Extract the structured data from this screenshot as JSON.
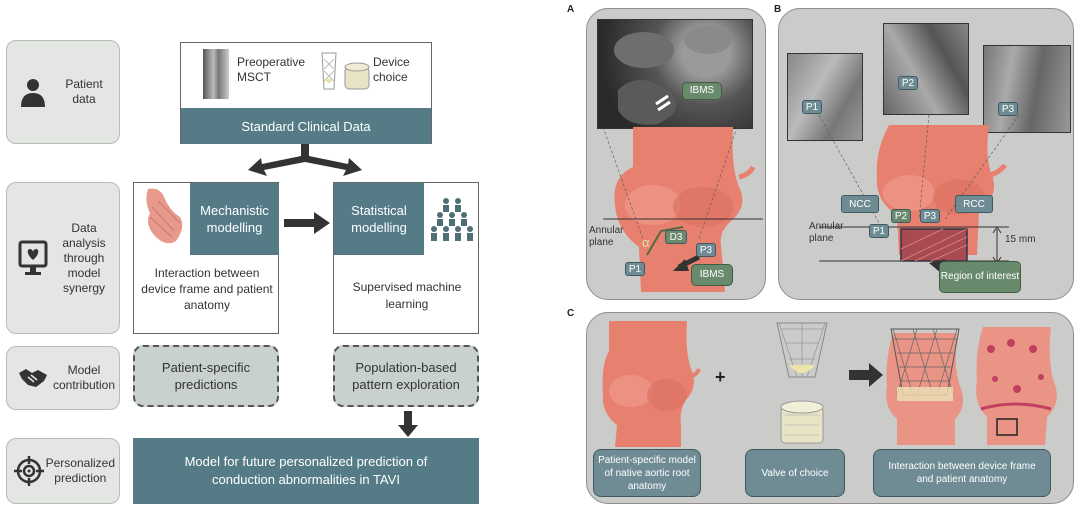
{
  "left": {
    "rows": [
      {
        "label": "Patient data",
        "icon": "person-icon"
      },
      {
        "label": "Data analysis through model synergy",
        "icon": "monitor-heart-icon"
      },
      {
        "label": "Model contribution",
        "icon": "handshake-icon"
      },
      {
        "label": "Personalized prediction",
        "icon": "target-icon"
      }
    ],
    "top": {
      "msct": "Preoperative MSCT",
      "device": "Device choice",
      "standard": "Standard Clinical Data"
    },
    "mechanistic": {
      "title": "Mechanistic modelling",
      "desc": "Interaction between device frame and patient anatomy"
    },
    "statistical": {
      "title": "Statistical modelling",
      "desc": "Supervised machine learning"
    },
    "contribution": {
      "patient_specific": "Patient-specific predictions",
      "population": "Population-based pattern exploration"
    },
    "final": "Model for future personalized prediction of conduction abnormalities in TAVI"
  },
  "right": {
    "panel_a": {
      "letter": "A",
      "ibms_top": "IBMS",
      "annular": "Annular plane",
      "alpha": "α",
      "d3": "D3",
      "p3": "P3",
      "p1": "P1",
      "ibms_bottom": "IBMS"
    },
    "panel_b": {
      "letter": "B",
      "p1_ct": "P1",
      "p2_ct": "P2",
      "p3_ct": "P3",
      "ncc": "NCC",
      "rcc": "RCC",
      "p2": "P2",
      "p3": "P3",
      "p1": "P1",
      "annular": "Annular plane",
      "mm": "15 mm",
      "region": "Region of interest"
    },
    "panel_c": {
      "letter": "C",
      "plus": "+",
      "cap1": "Patient-specific model of native aortic root anatomy",
      "cap2": "Valve of choice",
      "cap3": "Interaction between device frame and patient anatomy"
    }
  },
  "colors": {
    "teal": "#557c86",
    "tag_blue": "#6f8c95",
    "tag_green": "#6a8a6e",
    "panel_grey": "#cbcbc9",
    "aorta": "#e8806f"
  }
}
